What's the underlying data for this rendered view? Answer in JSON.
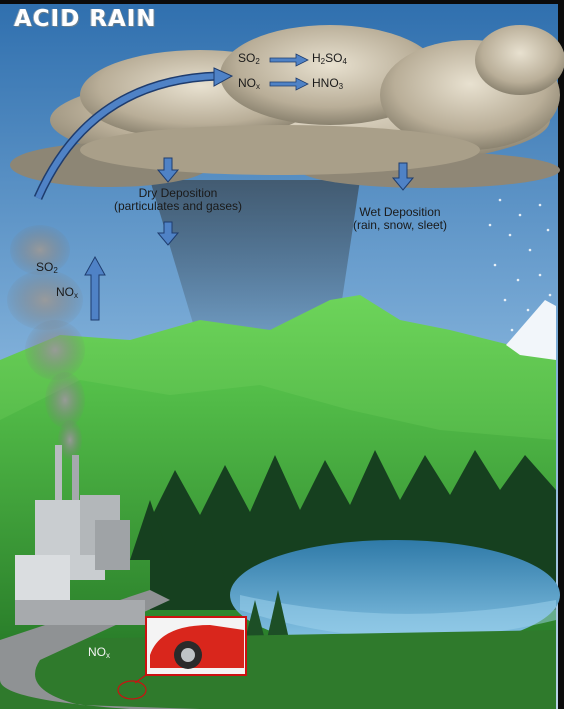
{
  "title": "ACID RAIN",
  "chem": {
    "so2": {
      "base": "SO",
      "sub": "2"
    },
    "nox": {
      "base": "NO",
      "sub": "x"
    },
    "h2so4": {
      "p1": "H",
      "s1": "2",
      "p2": "SO",
      "s2": "4"
    },
    "hno3": {
      "p1": "HNO",
      "s1": "3"
    }
  },
  "dry_deposition": {
    "line1": "Dry Deposition",
    "line2": "(particulates and gases)"
  },
  "wet_deposition": {
    "line1": "Wet Deposition",
    "line2": "(rain, snow, sleet)"
  },
  "colors": {
    "arrow": "#3f6fb5",
    "sky": "#5f93c9",
    "mountain": "#39a23a",
    "lake": "#4f9ccc",
    "car": "#d9261c"
  }
}
